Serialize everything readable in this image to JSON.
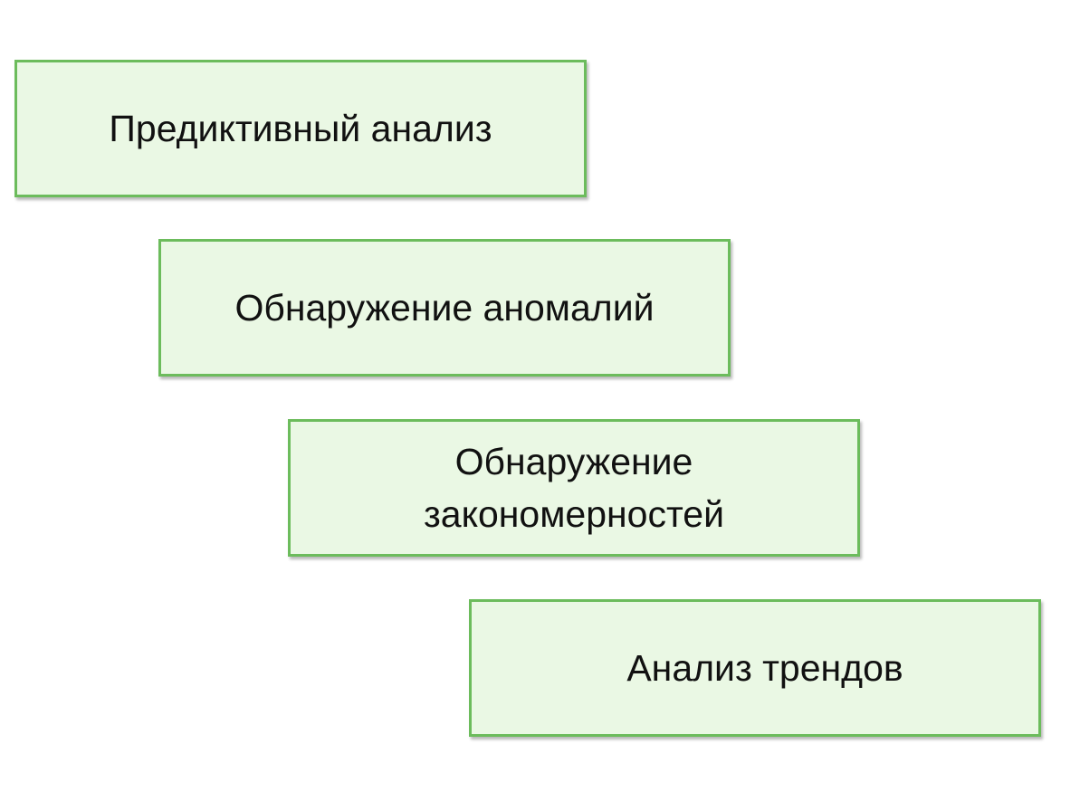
{
  "diagram": {
    "steps": [
      {
        "label": "Предиктивный анализ"
      },
      {
        "label": "Обнаружение аномалий"
      },
      {
        "label": "Обнаружение\nзакономерностей"
      },
      {
        "label": "Анализ трендов"
      }
    ]
  }
}
